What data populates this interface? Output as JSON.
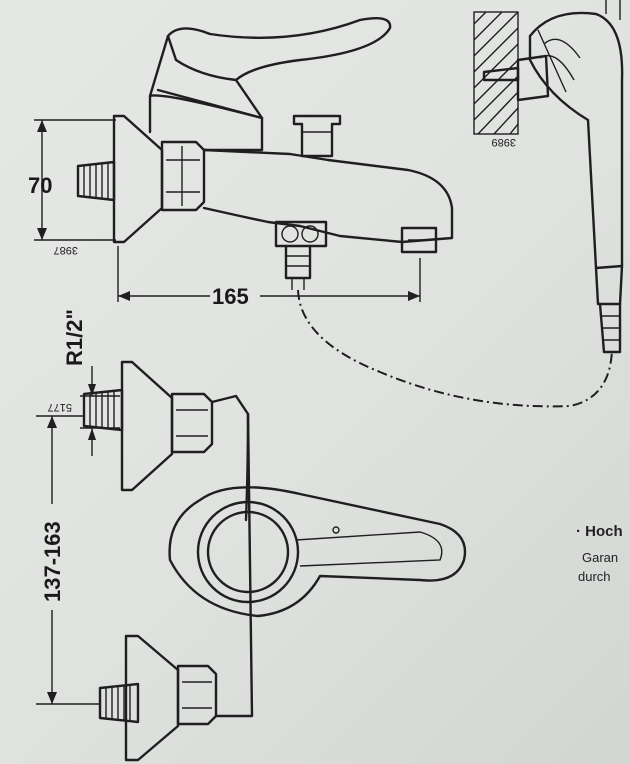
{
  "dimensions": {
    "height": "70",
    "length": "165",
    "thread": "R1/2\"",
    "spacing": "137-163"
  },
  "part_numbers": {
    "mixer": "3987",
    "holder": "3989",
    "wall": "5177"
  },
  "side_text": {
    "heading": "· Hoch",
    "line1": "Garan",
    "line2": "durch"
  }
}
